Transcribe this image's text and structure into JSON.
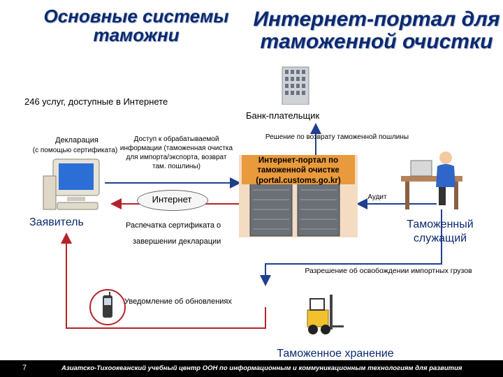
{
  "slide": {
    "title_left": "Основные системы таможни",
    "title_right": "Интернет-портал для таможенной очистки",
    "services_text": "246 услуг, доступные в Интернете",
    "bank_label": "Банк-плательщик",
    "declaration_label": "Декларация",
    "certificate_label": "(с помощью сертификата)",
    "access_text": "Доступ к обрабатываемой информации (таможенная очистка для импорта/экспорта, возврат там. пошлины)",
    "refund_decision": "Решение по возврату таможенной пошлины",
    "portal_label": "Интернет-портал по таможенной очистке (portal.customs.go.kr)",
    "audit_label": "Аудит",
    "internet_label": "Интернет",
    "applicant_label": "Заявитель",
    "print_cert_line1": "Распечатка сертификата о",
    "print_cert_line2": "завершении декларации",
    "officer_label": "Таможенный служащий",
    "release_permission": "Разрешение об освобождении импортных грузов",
    "update_notice": "Уведомление об обновлениях",
    "storage_label": "Таможенное хранение",
    "page_number": "7",
    "footer_text": "Азиатско-Тихоокеанский учебный центр ООН по информационным и коммуникационным технологиям для развития"
  },
  "colors": {
    "title": "#0b2a6f",
    "arrow_blue": "#1f3f8f",
    "arrow_red": "#b4232a",
    "portal_box": "#f4dcc3",
    "portal_text_bg": "#e89a3c"
  }
}
